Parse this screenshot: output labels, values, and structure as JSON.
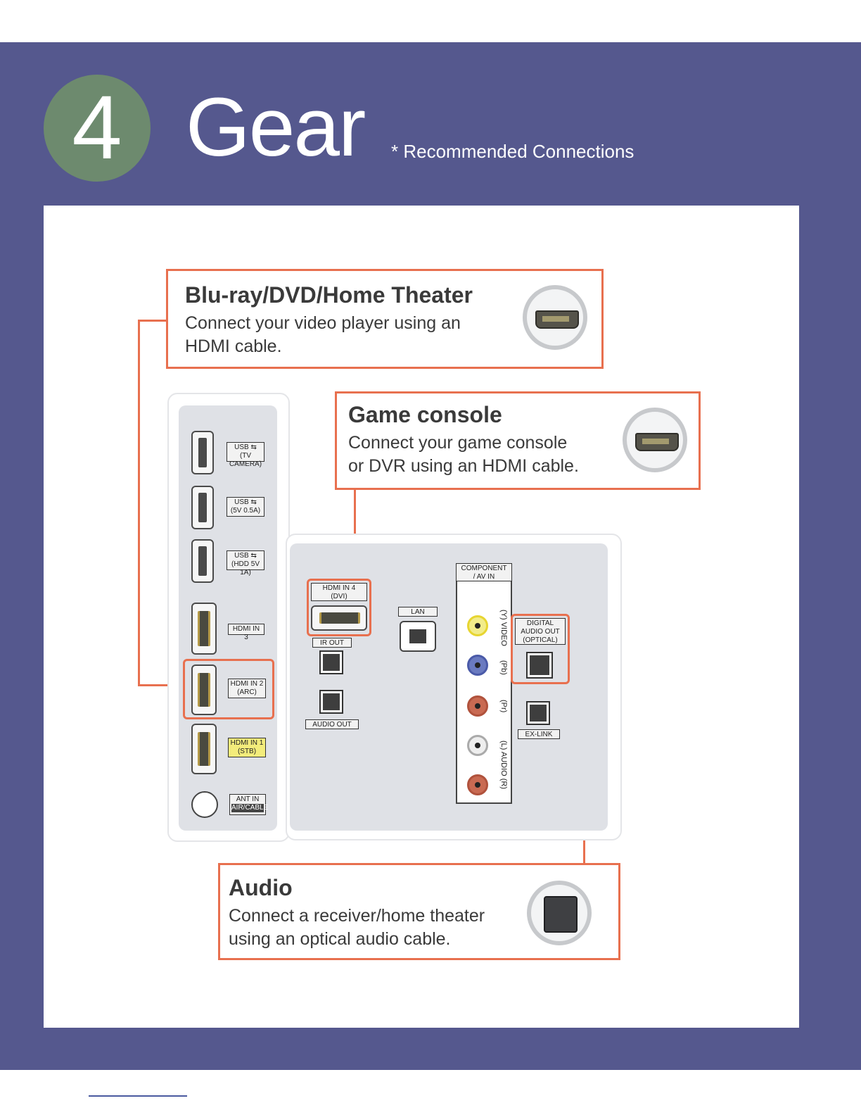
{
  "header": {
    "step_number": "4",
    "title": "Gear",
    "subtitle": "* Recommended Connections"
  },
  "callouts": {
    "bluray": {
      "heading": "Blu-ray/DVD/Home Theater",
      "line1": "Connect your video player using an",
      "line2": "HDMI cable."
    },
    "game": {
      "heading": "Game console",
      "line1": "Connect your game console",
      "line2": "or DVR using an HDMI cable."
    },
    "audio": {
      "heading": "Audio",
      "line1": "Connect a receiver/home theater",
      "line2": "using an optical audio cable."
    }
  },
  "side_panel": {
    "usb1": {
      "label": "USB ⇆",
      "sub": "(TV CAMERA)"
    },
    "usb2": {
      "label": "USB ⇆",
      "sub": "(5V 0.5A)"
    },
    "usb3": {
      "label": "USB ⇆",
      "sub": "(HDD 5V 1A)"
    },
    "hdmi3": {
      "label": "HDMI IN 3"
    },
    "hdmi2": {
      "label": "HDMI IN 2",
      "sub": "(ARC)"
    },
    "hdmi1": {
      "label": "HDMI IN 1",
      "sub": "(STB)"
    },
    "ant": {
      "label": "ANT IN",
      "sub": "AIR/CABLE"
    }
  },
  "rear_panel": {
    "hdmi4": {
      "label": "HDMI IN 4",
      "sub": "(DVI)"
    },
    "ir_out": "IR OUT",
    "audio_out": "AUDIO OUT",
    "lan": "LAN",
    "component": {
      "label": "COMPONENT",
      "sub": "/ AV IN"
    },
    "video_label": "(Y) VIDEO",
    "pb_label": "(Pb)",
    "pr_label": "(Pr)",
    "audio_label": "(L) AUDIO (R)",
    "digital_audio": {
      "label": "DIGITAL",
      "sub1": "AUDIO OUT",
      "sub2": "(OPTICAL)"
    },
    "ex_link": "EX-LINK"
  },
  "colors": {
    "band": "#55588e",
    "step_circle": "#6d8a6e",
    "accent": "#e8704f"
  }
}
